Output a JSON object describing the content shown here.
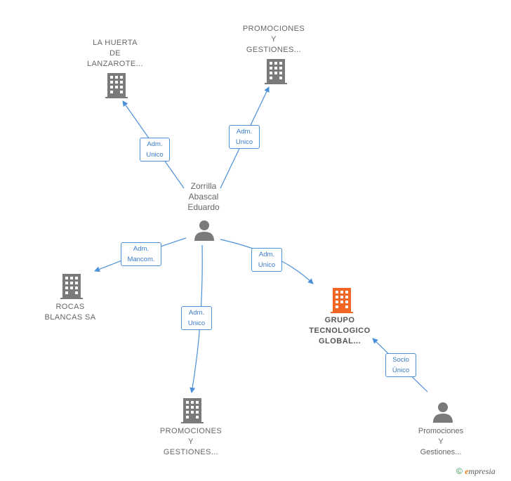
{
  "nodes": {
    "huerta": {
      "lines": [
        "LA HUERTA",
        "DE",
        "LANZAROTE..."
      ],
      "type": "company"
    },
    "promo_top": {
      "lines": [
        "PROMOCIONES",
        "Y",
        "GESTIONES..."
      ],
      "type": "company"
    },
    "zorrilla": {
      "lines": [
        "Zorrilla",
        "Abascal",
        "Eduardo"
      ],
      "type": "person"
    },
    "rocas": {
      "lines": [
        "ROCAS",
        "BLANCAS SA"
      ],
      "type": "company"
    },
    "grupo": {
      "lines": [
        "GRUPO",
        "TECNOLOGICO",
        "GLOBAL..."
      ],
      "type": "company-focus"
    },
    "promo_bottom": {
      "lines": [
        "PROMOCIONES",
        "Y",
        "GESTIONES..."
      ],
      "type": "company"
    },
    "promo_person": {
      "lines": [
        "Promociones",
        "Y",
        "Gestiones..."
      ],
      "type": "person"
    }
  },
  "relations": {
    "r_huerta": [
      "Adm.",
      "Unico"
    ],
    "r_promo_top": [
      "Adm.",
      "Unico"
    ],
    "r_rocas": [
      "Adm.",
      "Mancom."
    ],
    "r_grupo": [
      "Adm.",
      "Unico"
    ],
    "r_promo_bottom": [
      "Adm.",
      "Unico"
    ],
    "r_socio": [
      "Socio",
      "Único"
    ]
  },
  "colors": {
    "edge": "#4a90d9",
    "company_icon": "#7a7a7a",
    "focus_icon": "#f26522",
    "person_icon": "#7a7a7a"
  },
  "icons": {
    "company": "building-icon",
    "person": "person-icon"
  },
  "footer": {
    "symbol": "©",
    "brand_initial": "e",
    "brand_rest": "mpresia"
  }
}
